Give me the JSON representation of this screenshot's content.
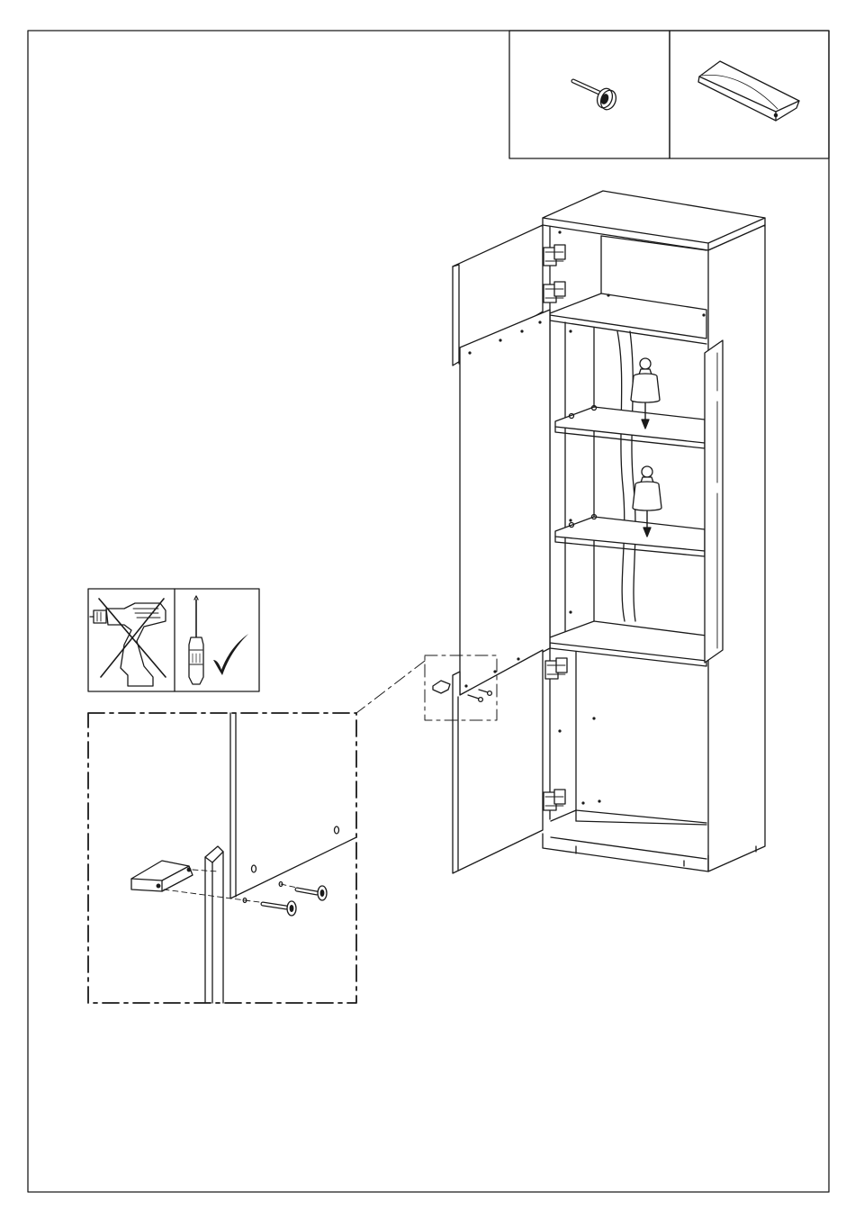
{
  "document": {
    "type": "assembly-instruction-step",
    "text_labels": []
  },
  "parts": [
    {
      "icon": "screw-bolt-icon",
      "count_label": ""
    },
    {
      "icon": "handle-icon",
      "count_label": ""
    }
  ],
  "tools": [
    {
      "icon": "power-drill-icon",
      "allowed": false
    },
    {
      "icon": "screwdriver-icon",
      "allowed": true
    }
  ],
  "cabinet": {
    "shelves": 2,
    "doors": 2,
    "shelf_load_icon": "weight-icon"
  },
  "colors": {
    "line": "#1a1a1a",
    "paper": "#ffffff"
  }
}
